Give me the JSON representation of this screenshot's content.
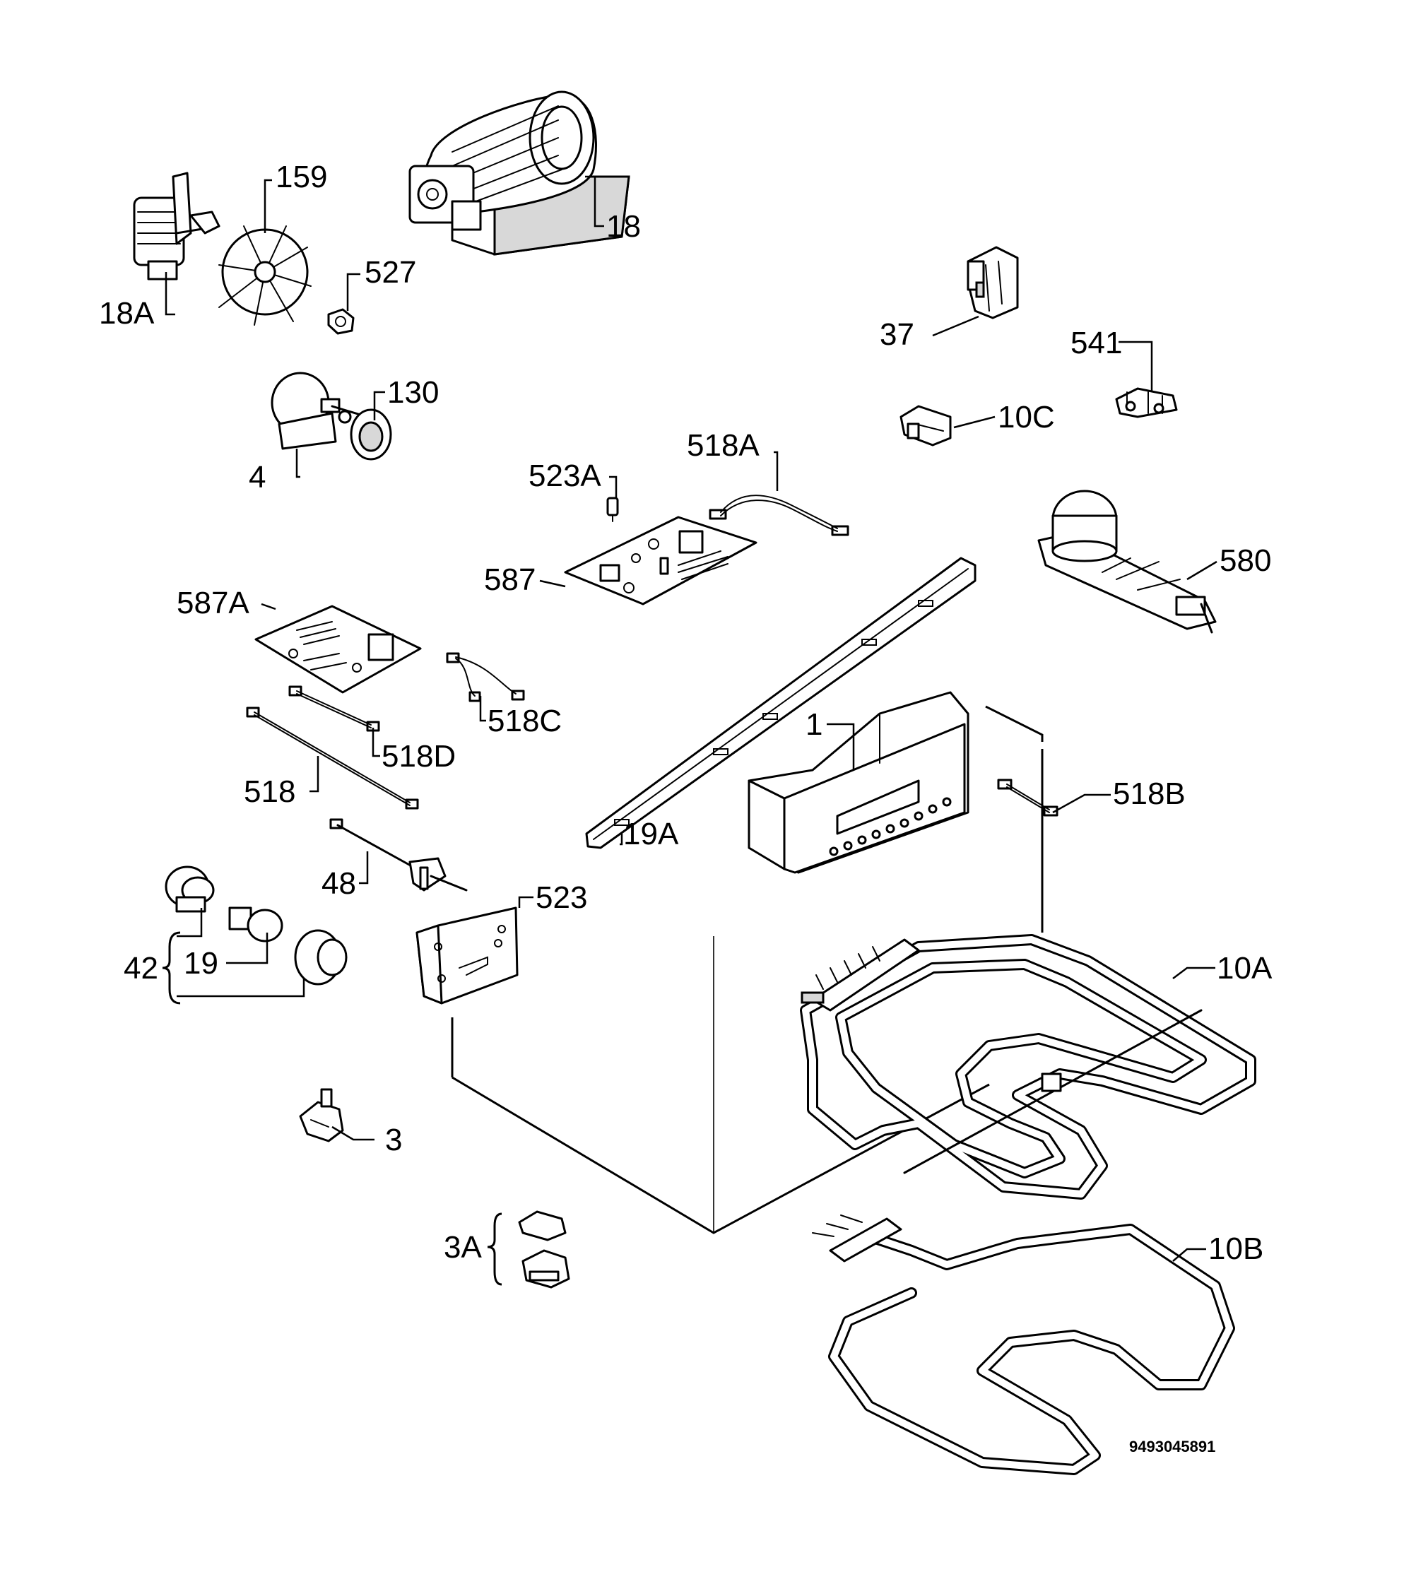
{
  "diagram": {
    "document_code": "9493045891",
    "labels": {
      "p18": "18",
      "p18a": "18A",
      "p159": "159",
      "p527": "527",
      "p130": "130",
      "p4": "4",
      "p37": "37",
      "p541": "541",
      "p10c": "10C",
      "p523a": "523A",
      "p518a": "518A",
      "p587": "587",
      "p580": "580",
      "p587a": "587A",
      "p518c": "518C",
      "p518d": "518D",
      "p518": "518",
      "p19a": "19A",
      "p1": "1",
      "p518b": "518B",
      "p48": "48",
      "p523": "523",
      "p42": "42",
      "p19": "19",
      "p10a": "10A",
      "p3": "3",
      "p3a": "3A",
      "p10b": "10B"
    }
  }
}
